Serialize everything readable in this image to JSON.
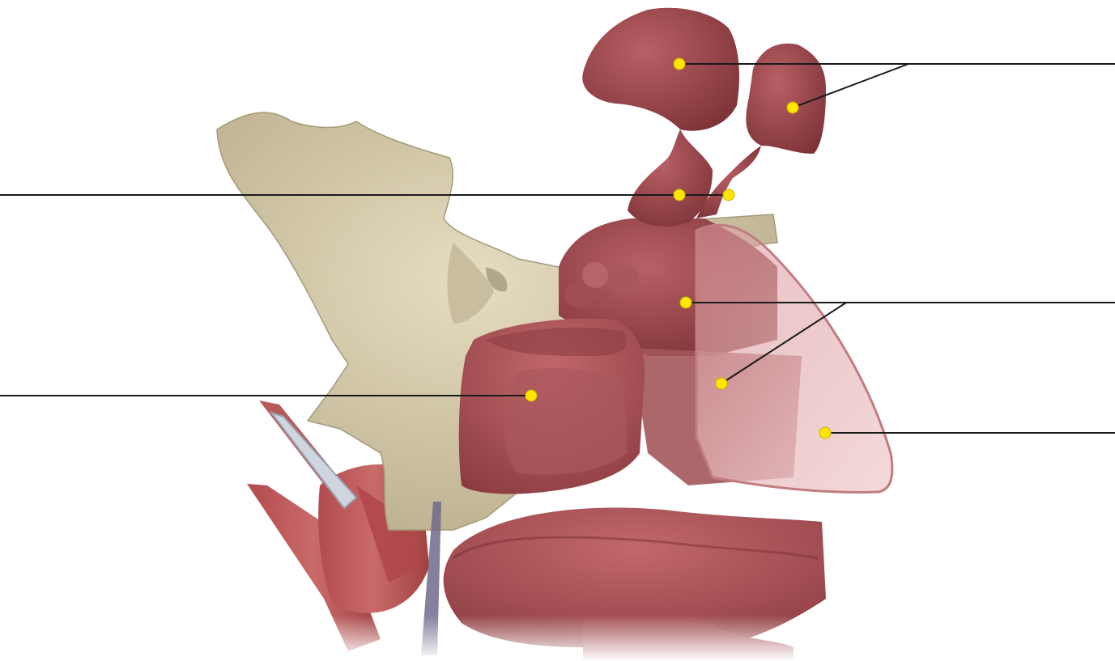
{
  "figure": {
    "structures": [
      {
        "id": "bone",
        "icon": "bone-structure",
        "color": "#d9cfb2"
      },
      {
        "id": "muscle-upper-pair",
        "icon": "muscle-structure",
        "color": "#9c4a4f"
      },
      {
        "id": "muscle-middle-mass",
        "icon": "muscle-structure",
        "color": "#a3575a"
      },
      {
        "id": "muscle-anterior-block",
        "icon": "muscle-structure",
        "color": "#9e4b50"
      },
      {
        "id": "translucent-membrane",
        "icon": "membrane-structure",
        "color": "#e9c1c3"
      },
      {
        "id": "muscle-lower",
        "icon": "muscle-structure",
        "color": "#a44f53"
      },
      {
        "id": "vessel",
        "icon": "vessel-structure",
        "color": "#6f6a8c"
      }
    ],
    "label_lines": [
      {
        "id": "leader-upper-right",
        "side": "right",
        "pins": 2
      },
      {
        "id": "leader-upper-left",
        "side": "left",
        "pins": 2
      },
      {
        "id": "leader-middle-right",
        "side": "right",
        "pins": 2
      },
      {
        "id": "leader-middle-left",
        "side": "left",
        "pins": 1
      },
      {
        "id": "leader-lower-right",
        "side": "right",
        "pins": 1
      }
    ],
    "pin_color": "#ffe600",
    "line_color": "#1a1a1a"
  }
}
